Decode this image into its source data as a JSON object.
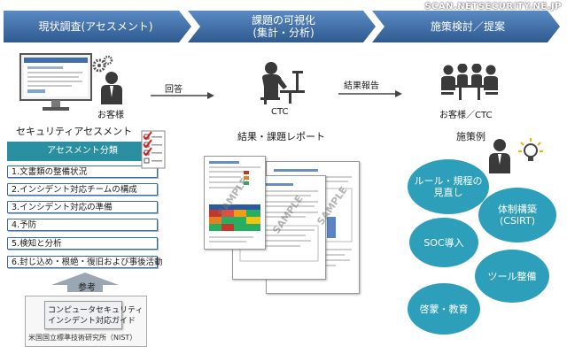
{
  "watermark": "SCAN.NETSECURITY.NE.JP",
  "phases": [
    {
      "label": "現状調査(アセスメント)"
    },
    {
      "label1": "課題の可視化",
      "label2": "(集計・分析)"
    },
    {
      "label": "施策検討／提案"
    }
  ],
  "actors": {
    "customer": "お客様",
    "ctc": "CTC",
    "customer_ctc": "お客様／CTC"
  },
  "flow": {
    "answer": "回答",
    "report": "結果報告"
  },
  "sections": {
    "assessment": "セキュリティアセスメント",
    "report": "結果・課題レポート",
    "measures": "施策例"
  },
  "categories": {
    "title": "アセスメント分類",
    "items": [
      "1.文書類の整備状況",
      "2.インシデント対応チームの構成",
      "3.インシデント対応の準備",
      "4.予防",
      "5.検知と分析",
      "6.封じ込め・根絶・復旧および事後活動"
    ]
  },
  "reference": {
    "label": "参考",
    "guide1": "コンピュータセキュリティ",
    "guide2": "インシデント対応ガイド",
    "org": "米国国立標準技術研究所（NIST）"
  },
  "report_samples": [
    "SAMPLE",
    "SAMPLE",
    "SAMPLE"
  ],
  "measures": {
    "rules1": "ルール・規程の",
    "rules2": "見直し",
    "system1": "体制構築",
    "system2": "(CSIRT)",
    "soc": "SOC導入",
    "tools": "ツール整備",
    "education": "啓蒙・教育"
  },
  "colors": {
    "phase_dark": "#2e5a8f",
    "phase_light": "#4a7bb5",
    "category_teal": "#2a8fa0",
    "bubble": "#2d9fba",
    "check_red": "#d42020"
  }
}
